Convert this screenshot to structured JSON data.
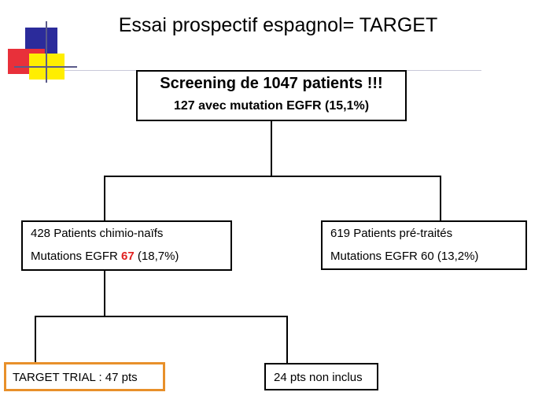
{
  "title": "Essai prospectif espagnol= TARGET",
  "screening": {
    "main": "Screening de 1047 patients !!!",
    "sub": "127 avec mutation EGFR (15,1%)"
  },
  "left": {
    "line1": "428 Patients chimio-naïfs",
    "line2_prefix": "Mutations EGFR",
    "line2_highlight": "67",
    "line2_suffix": "(18,7%)"
  },
  "right": {
    "line1": "619 Patients pré-traités",
    "line2": "Mutations EGFR 60 (13,2%)"
  },
  "target": "TARGET TRIAL : 47 pts",
  "non_inclus": "24 pts non inclus",
  "colors": {
    "highlight_red": "#e02020",
    "target_border": "#e8902a",
    "logo_blue": "#2b2b9b",
    "logo_red": "#e8303a",
    "logo_yellow": "#ffee00"
  }
}
